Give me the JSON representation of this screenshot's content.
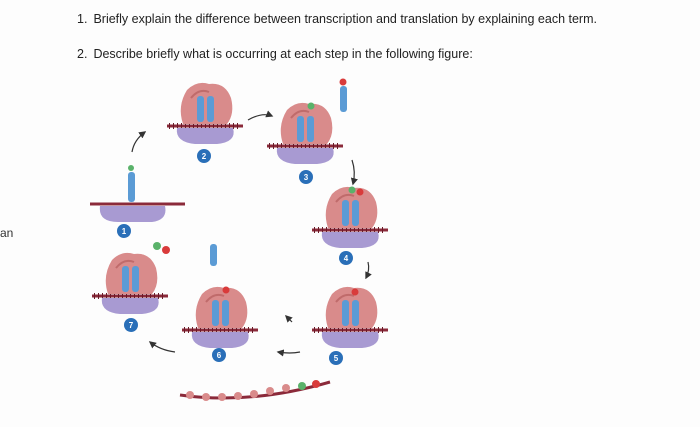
{
  "side_text": "an",
  "questions": [
    {
      "number": "1.",
      "text": "Briefly explain the difference between transcription and translation by explaining each term."
    },
    {
      "number": "2.",
      "text": "Describe briefly what is occurring at each step in the following figure:"
    }
  ],
  "figure": {
    "steps": [
      "1",
      "2",
      "3",
      "4",
      "5",
      "6",
      "7"
    ],
    "colors": {
      "step_badge": "#2a6fb8",
      "ribosome_large": "#d98b8b",
      "ribosome_small": "#a89ad2",
      "trna": "#5b9bd5",
      "mrna": "#8b2a3a",
      "amino_acid_red": "#d93b3b",
      "amino_acid_green": "#5ab26a"
    }
  }
}
